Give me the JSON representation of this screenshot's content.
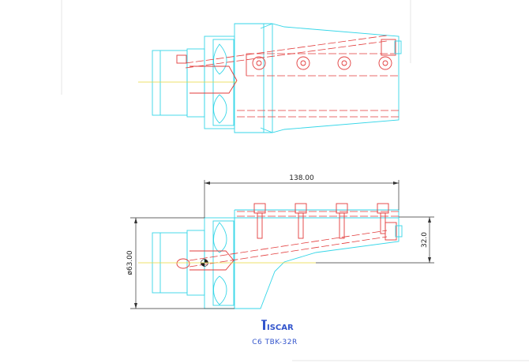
{
  "drawing": {
    "dimensions": {
      "length": "138.00",
      "diameter": "ø63.00",
      "height": "32.0"
    },
    "logo": {
      "text": "ISCAR"
    },
    "caption": "C6 TBK-32R",
    "colors": {
      "outline": "#35d6e8",
      "hidden": "#e23b3b",
      "centerline": "#e8d63a",
      "dimension": "#333333",
      "caption": "#3355cc"
    }
  }
}
